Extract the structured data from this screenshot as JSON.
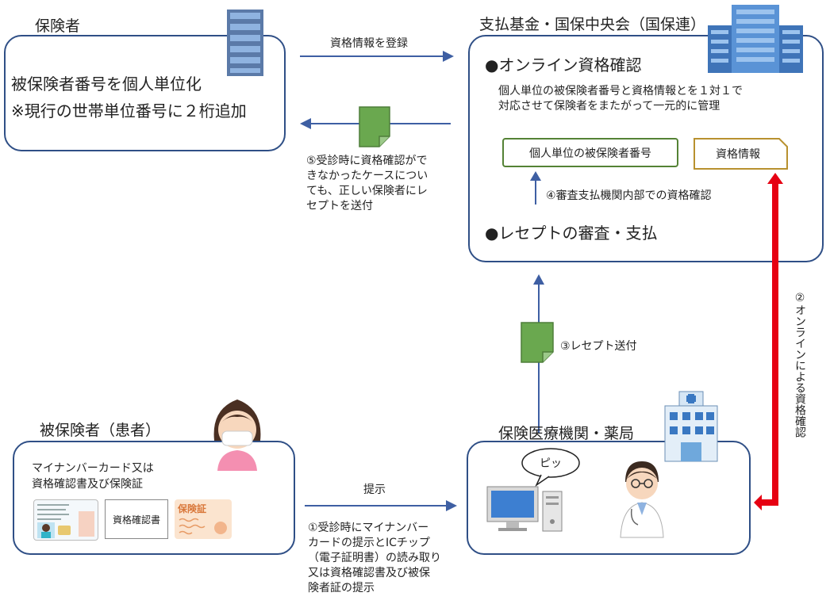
{
  "insurer": {
    "title": "保険者",
    "line1": "被保険者番号を個人単位化",
    "line2": "※現行の世帯単位番号に２桁追加"
  },
  "fund": {
    "title": "支払基金・国保中央会（国保連）",
    "online_heading": "●オンライン資格確認",
    "online_desc1": "個人単位の被保険者番号と資格情報とを１対１で",
    "online_desc2": "対応させて保険者をまたがって一元的に管理",
    "personal_number_box": "個人単位の被保険者番号",
    "qualification_box": "資格情報",
    "internal_check": "④審査支払機関内部での資格確認",
    "receipt_heading": "●レセプトの審査・支払"
  },
  "arrows": {
    "register": "資格情報を登録",
    "step5_lines": [
      "⑤受診時に資格確認がで",
      "きなかったケースについ",
      "ても、正しい保険者にレ",
      "セプトを送付"
    ],
    "step3": "③レセプト送付",
    "step2": "②オンラインによる資格確認",
    "present": "提示",
    "step1_lines": [
      "①受診時にマイナンバー",
      "カードの提示とICチップ",
      "（電子証明書）の読み取り",
      "又は資格確認書及び被保",
      "険者証の提示"
    ]
  },
  "patient": {
    "title": "被保険者（患者）",
    "line1": "マイナンバーカード又は",
    "line2": "資格確認書及び保険証",
    "cert_label": "資格確認書",
    "card_label": "保険証"
  },
  "hospital": {
    "title": "保険医療機関・薬局",
    "bubble": "ピッ"
  },
  "colors": {
    "box_border": "#2f4f86",
    "arrow_blue": "#3e5fa3",
    "arrow_red": "#e60012",
    "doc_green": "#6aa84f",
    "green_border": "#548235",
    "gold_border": "#b8912f"
  }
}
